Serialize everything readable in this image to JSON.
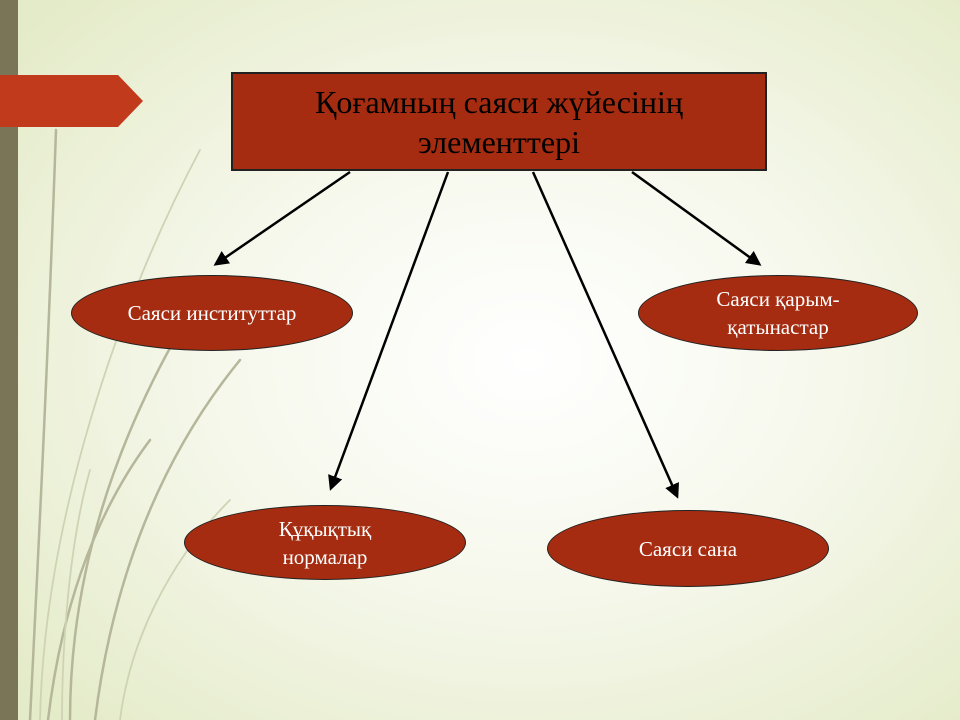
{
  "title": {
    "text": "Қоғамның саяси жүйесінің элементтері"
  },
  "nodes": [
    {
      "text": "Саяси институттар"
    },
    {
      "text": "Саяси қарым-қатынастар"
    },
    {
      "text": "Құқықтық нормалар"
    },
    {
      "text": "Саяси сана"
    }
  ],
  "colors": {
    "box_fill": "#a52c10",
    "pennant": "#c03a1b",
    "side_bar": "#7b7558",
    "background": "#eef2dc"
  }
}
